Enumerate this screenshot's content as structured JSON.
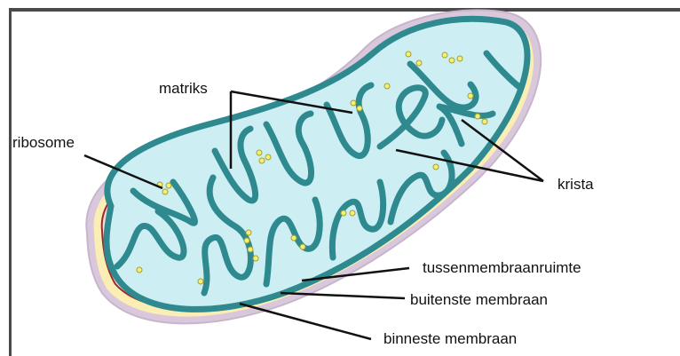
{
  "labels": {
    "matriks": "matriks",
    "ribosome": "ribosome",
    "krista": "krista",
    "tussenmembraanruimte": "tussenmembraanruimte",
    "buitenste_membraan": "buitenste membraan",
    "binneste_membraan": "binneste membraan"
  },
  "colors": {
    "outer_membrane": "#cbb9cf",
    "outer_fill": "#fbeeb4",
    "intermembrane_space": "#f7d9da",
    "inner_membrane_edge": "#9b2a2a",
    "crista_membrane": "#2f8a90",
    "matrix": "#cdeef3",
    "ribosome": "#f3ef7a"
  }
}
